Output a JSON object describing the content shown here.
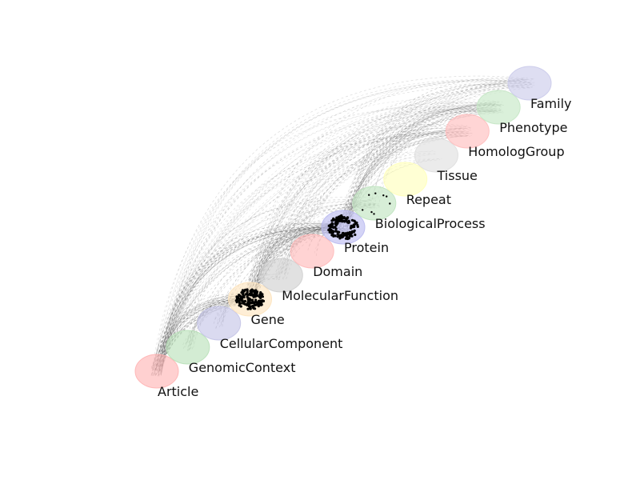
{
  "diagram": {
    "type": "hive-arc-network",
    "nodes": [
      {
        "id": "article",
        "label": "Article",
        "color": "#ffb3b3"
      },
      {
        "id": "genomic_context",
        "label": "GenomicContext",
        "color": "#b8e0b8"
      },
      {
        "id": "cellular_component",
        "label": "CellularComponent",
        "color": "#c3c3e6"
      },
      {
        "id": "gene",
        "label": "Gene",
        "color": "#fde3bd"
      },
      {
        "id": "molecular_function",
        "label": "MolecularFunction",
        "color": "#cfcfcf"
      },
      {
        "id": "domain",
        "label": "Domain",
        "color": "#ffb8b8"
      },
      {
        "id": "protein",
        "label": "Protein",
        "color": "#b9b9f0"
      },
      {
        "id": "biological_process",
        "label": "BiologicalProcess",
        "color": "#bfe3bf"
      },
      {
        "id": "repeat",
        "label": "Repeat",
        "color": "#ffffb9"
      },
      {
        "id": "tissue",
        "label": "Tissue",
        "color": "#dedede"
      },
      {
        "id": "homolog_group",
        "label": "HomologGroup",
        "color": "#ffbcbc"
      },
      {
        "id": "phenotype",
        "label": "Phenotype",
        "color": "#c4e6c4"
      },
      {
        "id": "family",
        "label": "Family",
        "color": "#cacaea"
      }
    ],
    "edge_color": "#555555",
    "dot_color": "#000000",
    "member_clusters": [
      {
        "node": "gene",
        "shape": "disc",
        "density": "high"
      },
      {
        "node": "protein",
        "shape": "ring",
        "density": "high"
      },
      {
        "node": "biological_process",
        "shape": "sparse",
        "density": "low"
      }
    ]
  }
}
